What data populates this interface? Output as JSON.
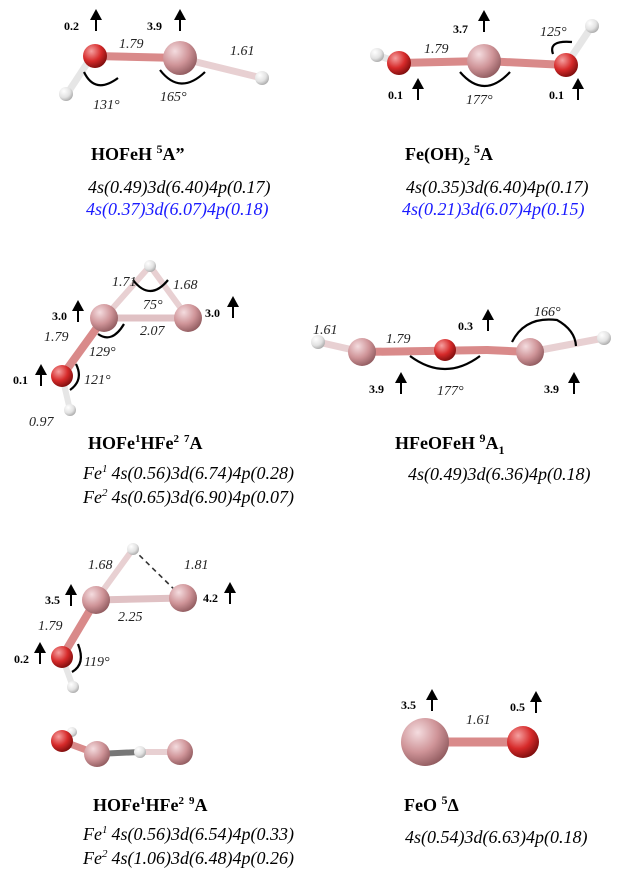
{
  "colors": {
    "fe": "#c9888d",
    "o": "#d91e1e",
    "h": "#e6e6e6",
    "config_blue": "#1a1aff"
  },
  "molecules": [
    {
      "id": "hofeh",
      "name": "HOFeH",
      "state_sup": "5",
      "state": "A”",
      "configs": [
        "4s(0.49)3d(6.40)4p(0.17)"
      ],
      "configs_blue": [
        "4s(0.37)3d(6.07)4p(0.18)"
      ],
      "bonds": [
        "1.79",
        "1.61"
      ],
      "angles": [
        "131°",
        "165°"
      ],
      "spins": [
        "0.2",
        "3.9"
      ]
    },
    {
      "id": "feoh2",
      "name": "Fe(OH)",
      "name_sub": "2",
      "state_sup": "5",
      "state": "A",
      "configs": [
        "4s(0.35)3d(6.40)4p(0.17)"
      ],
      "configs_blue": [
        "4s(0.21)3d(6.07)4p(0.15)"
      ],
      "bonds": [
        "1.79"
      ],
      "angles": [
        "125°",
        "177°"
      ],
      "spins": [
        "3.7",
        "0.1",
        "0.1"
      ]
    },
    {
      "id": "hofehfe7",
      "name": "HOFe",
      "sup1": "1",
      "name2": "HFe",
      "sup2": "2",
      "state_sup": "7",
      "state": "A",
      "configs": [
        {
          "atom": "Fe",
          "sup": "1",
          "text": "4s(0.56)3d(6.74)4p(0.28)"
        },
        {
          "atom": "Fe",
          "sup": "2",
          "text": "4s(0.65)3d(6.90)4p(0.07)"
        }
      ],
      "bonds": [
        "1.71",
        "1.68",
        "1.79",
        "2.07",
        "0.97"
      ],
      "angles": [
        "75°",
        "129°",
        "121°"
      ],
      "spins": [
        "3.0",
        "3.0",
        "0.1"
      ]
    },
    {
      "id": "hfeofeh",
      "name": "HFeOFeH",
      "state_sup": "9",
      "state": "A",
      "state_sub": "1",
      "configs": [
        "4s(0.49)3d(6.36)4p(0.18)"
      ],
      "bonds": [
        "1.61",
        "1.79"
      ],
      "angles": [
        "166°",
        "177°"
      ],
      "spins": [
        "0.3",
        "3.9",
        "3.9"
      ]
    },
    {
      "id": "hofehfe9",
      "name": "HOFe",
      "sup1": "1",
      "name2": "HFe",
      "sup2": "2",
      "state_sup": "9",
      "state": "A",
      "configs": [
        {
          "atom": "Fe",
          "sup": "1",
          "text": "4s(0.56)3d(6.54)4p(0.33)"
        },
        {
          "atom": "Fe",
          "sup": "2",
          "text": "4s(1.06)3d(6.48)4p(0.26)"
        }
      ],
      "bonds": [
        "1.68",
        "1.81",
        "2.25",
        "1.79"
      ],
      "angles": [
        "119°"
      ],
      "spins": [
        "3.5",
        "4.2",
        "0.2"
      ]
    },
    {
      "id": "feo",
      "name": "FeO",
      "state_sup": "5",
      "state": "Δ",
      "configs": [
        "4s(0.54)3d(6.63)4p(0.18)"
      ],
      "bonds": [
        "1.61"
      ],
      "spins": [
        "3.5",
        "0.5"
      ]
    }
  ]
}
